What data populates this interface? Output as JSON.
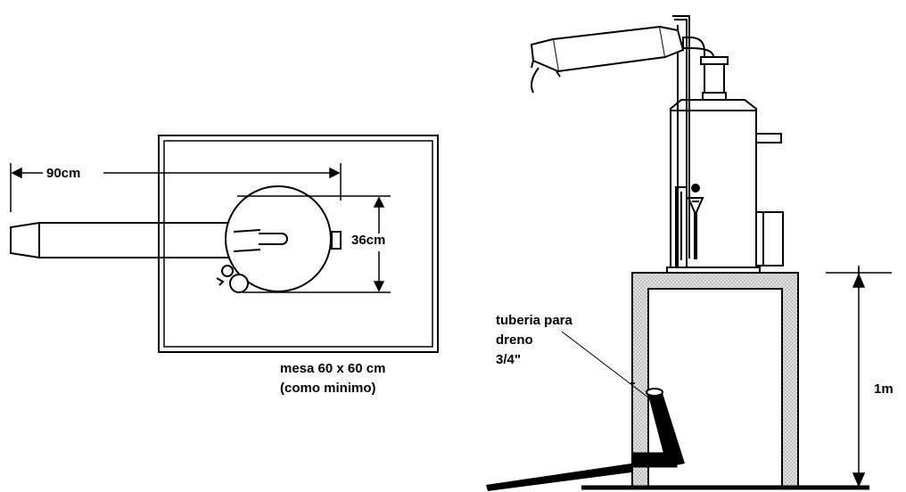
{
  "plan_view": {
    "width_label": "90cm",
    "diameter_label": "36cm",
    "table_label_line1": "mesa 60 x 60 cm",
    "table_label_line2": "(como minimo)"
  },
  "side_view": {
    "drain_label_line1": "tuberia para",
    "drain_label_line2": "dreno",
    "drain_label_line3": "3/4\"",
    "height_label": "1m"
  },
  "colors": {
    "ink": "#000000",
    "hatch": "#bdbdbd",
    "paper": "#ffffff"
  }
}
